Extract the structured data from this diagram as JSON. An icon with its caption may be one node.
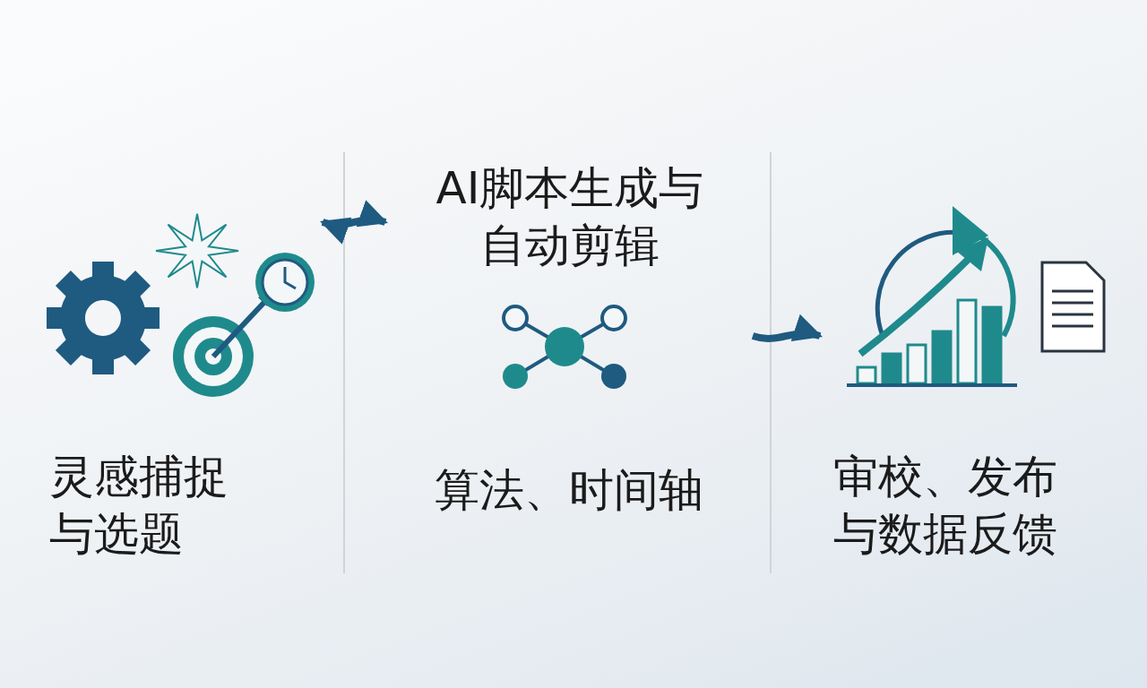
{
  "diagram": {
    "nodes": [
      {
        "text": [
          "灵感捕捉与选题"
        ]
      },
      {
        "text": [
          "AI脚本生成与自动剪辑",
          "算法、时间轴"
        ]
      },
      {
        "text": [
          "审校、发布与数据反馈"
        ]
      }
    ],
    "edges": [
      {
        "from": 0,
        "to": 1,
        "arrow": "both"
      },
      {
        "from": 1,
        "to": 2,
        "arrow": "to"
      }
    ]
  }
}
